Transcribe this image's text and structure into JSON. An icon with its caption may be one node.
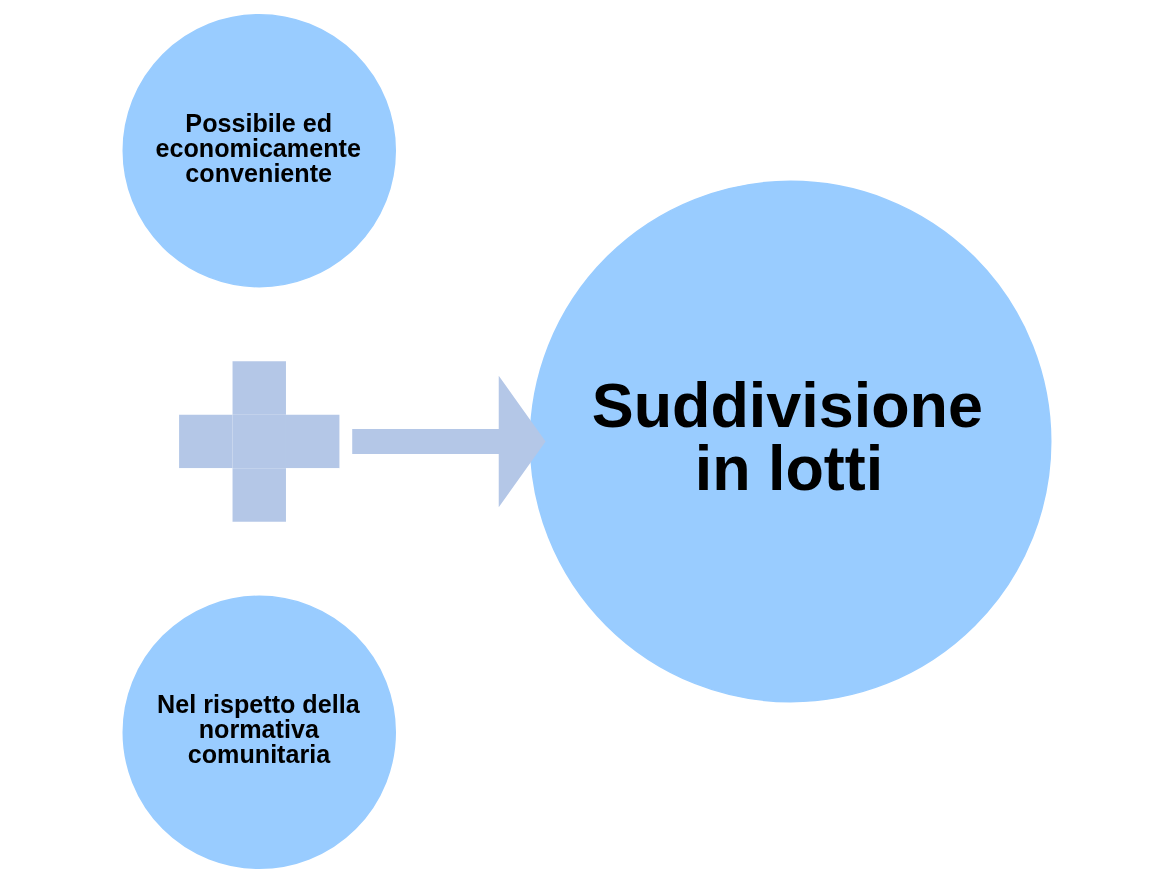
{
  "diagram": {
    "nodes": [
      {
        "text": [
          "Possibile ed economicamente conveniente"
        ]
      },
      {
        "text": [],
        "shape": "plus"
      },
      {
        "text": [
          "Nel rispetto della normativa comunitaria"
        ]
      },
      {
        "text": [
          "Suddivisione in lotti"
        ]
      }
    ],
    "edges": [
      {
        "from": 1,
        "to": 3,
        "arrow": "to",
        "color": "#b4c7e7"
      }
    ]
  }
}
